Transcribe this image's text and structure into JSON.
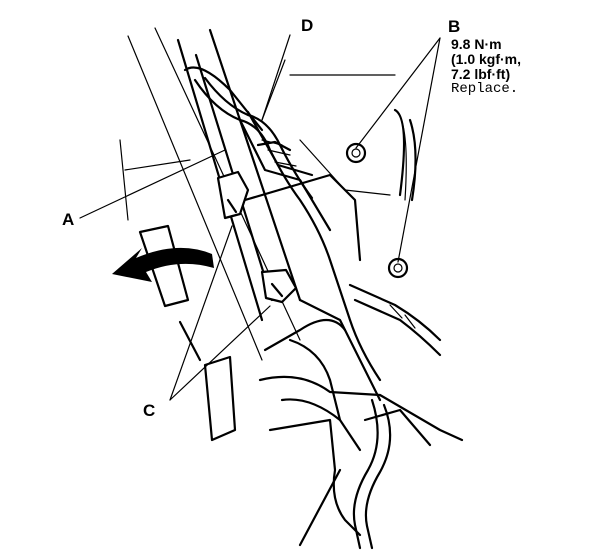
{
  "labels": {
    "a": "A",
    "b": "B",
    "c": "C",
    "d": "D"
  },
  "spec": {
    "torque": "9.8 N·m",
    "kgf": "(1.0 kgf·m,",
    "lbf": "7.2 lbf·ft)",
    "note": "Replace."
  },
  "icons": {
    "arrow": "curved-arrow-icon",
    "nut": "flange-nut-icon"
  },
  "colors": {
    "line": "#000000",
    "background": "#ffffff"
  }
}
